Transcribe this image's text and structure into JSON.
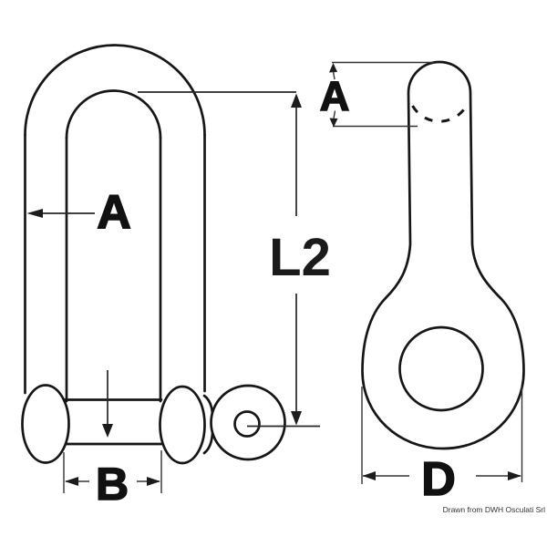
{
  "drawing": {
    "type": "technical-drawing",
    "subject": "long D-shackle with pin, front and side orthographic views",
    "labels": {
      "bar_diameter_front": "A",
      "pin_head_side": "A",
      "inside_length": "L2",
      "inside_width": "B",
      "eye_diameter": "D"
    },
    "credit": "Drawn from DWH Osculati Srl",
    "colors": {
      "background": "#ffffff",
      "line": "#161616",
      "dimension_line": "#333333",
      "label_text": "#111111",
      "credit_text": "#333333"
    }
  }
}
